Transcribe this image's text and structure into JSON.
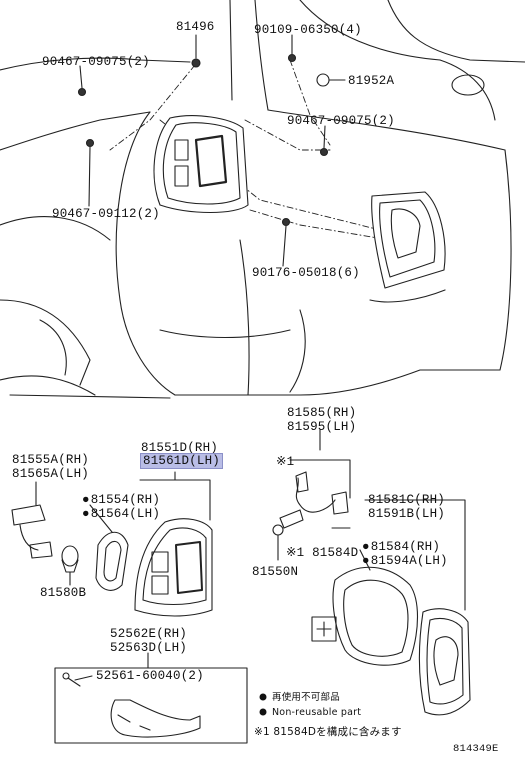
{
  "diagram": {
    "part_labels": {
      "p81496": "81496",
      "p90109": "90109-06350(4)",
      "p90467a": "90467-09075(2)",
      "p81952a": "81952A",
      "p90467b": "90467-09075(2)",
      "p90467c": "90467-09112(2)",
      "p90176": "90176-05018(6)",
      "p81585": "81585(RH)",
      "p81595": "81595(LH)",
      "p81551": "81551D(RH)",
      "p81561": "81561D(LH)",
      "p81555": "81555A(RH)",
      "p81565": "81565A(LH)",
      "p81554": "81554(RH)",
      "p81564": "81564(LH)",
      "p81581": "81581C(RH)",
      "p81591": "81591B(LH)",
      "p81584d": "81584D",
      "p81584": "81584(RH)",
      "p81594": "81594A(LH)",
      "p81550n": "81550N",
      "p81580b": "81580B",
      "p52562": "52562E(RH)",
      "p52563": "52563D(LH)",
      "p52561": "52561-60040(2)",
      "star1": "※1"
    },
    "legend": {
      "jp_nonreusable": "再使用不可部品",
      "en_nonreusable": "Non-reusable part",
      "footnote": "※1 81584Dを構成に含みます"
    },
    "figure_id": "814349E"
  }
}
